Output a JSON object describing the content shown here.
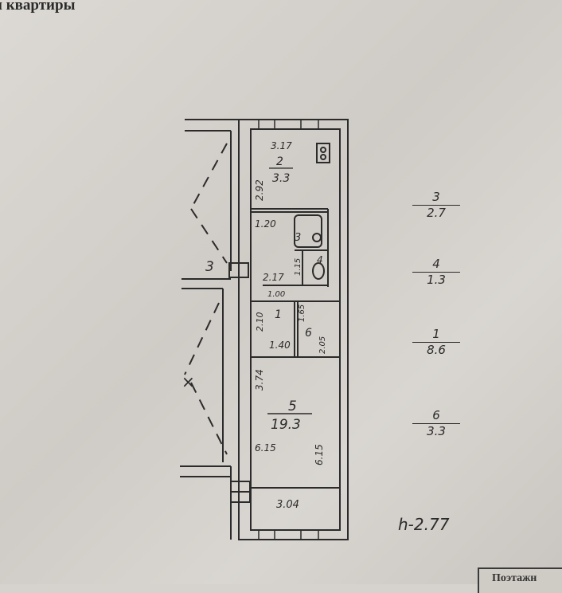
{
  "header": {
    "title": "и квартиры"
  },
  "rooms": [
    {
      "num": "2",
      "area": "3.3"
    },
    {
      "num": "3",
      "area": ""
    },
    {
      "num": "4",
      "area": ""
    },
    {
      "num": "1",
      "area": ""
    },
    {
      "num": "6",
      "area": ""
    },
    {
      "num": "5",
      "area": "19.3"
    }
  ],
  "dimensions": {
    "kitchen_width": "3.17",
    "kitchen_depth": "2.92",
    "bath_width": "1.20",
    "toilet_depth": "1.15",
    "corridor_width": "2.17",
    "door_width": "1.00",
    "hall_depth": "2.10",
    "hall_width": "1.40",
    "closet_width": "1.65",
    "closet_depth": "2.05",
    "room_depth_left": "3.74",
    "room_left": "6.15",
    "room_right": "6.15",
    "room_width": "3.04"
  },
  "stair_label": "3",
  "summary": [
    {
      "num": "3",
      "area": "2.7"
    },
    {
      "num": "4",
      "area": "1.3"
    },
    {
      "num": "1",
      "area": "8.6"
    },
    {
      "num": "6",
      "area": "3.3"
    }
  ],
  "ceiling_height": "h-2.77",
  "stamp_text": "Поэтажн"
}
